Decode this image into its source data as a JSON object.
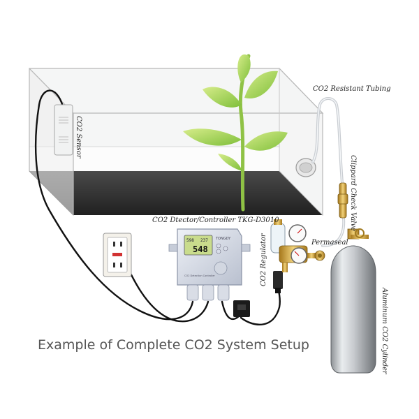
{
  "labels": {
    "co2_sensor": "CO2 Sensor",
    "resistant_tubing": "CO2 Resistant Tubing",
    "check_valve": "Clippard Check Valve",
    "controller": "CO2 Dtector/Controller TKG-D3010",
    "regulator": "CO2 Regulator",
    "permaseal": "Permaseal",
    "cylinder": "Aluminum CO2 Cylinder"
  },
  "caption": "Example of Complete CO2 System Setup",
  "device": {
    "brand": "TONGDY",
    "display_top_left": "598",
    "display_top_right": "237",
    "display_main": "548",
    "model_text": "CO2 Detection Controller"
  }
}
